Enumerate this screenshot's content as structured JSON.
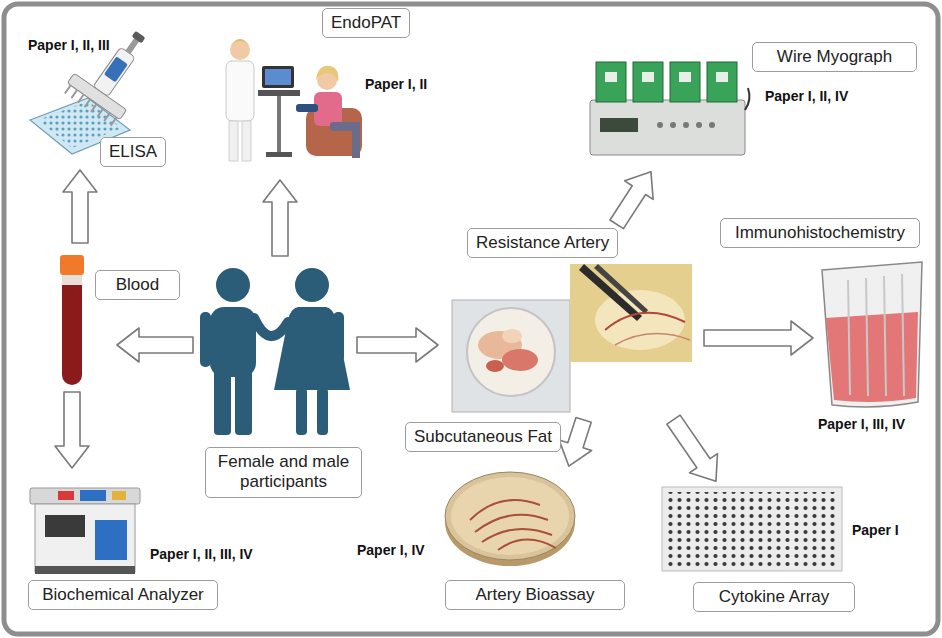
{
  "diagram": {
    "nodes": [
      {
        "text": [
          "ELISA"
        ]
      },
      {
        "text": [
          "EndoPAT"
        ]
      },
      {
        "text": [
          "Wire Myograph"
        ]
      },
      {
        "text": [
          "Resistance Artery"
        ]
      },
      {
        "text": [
          "Immunohistochemistry"
        ]
      },
      {
        "text": [
          "Blood"
        ]
      },
      {
        "text": [
          "Female and male participants"
        ]
      },
      {
        "text": [
          "Subcutaneous Fat"
        ]
      },
      {
        "text": [
          "Biochemical Analyzer"
        ]
      },
      {
        "text": [
          "Artery Bioassay"
        ]
      },
      {
        "text": [
          "Cytokine Array"
        ]
      }
    ],
    "edges": [
      {
        "from": 5,
        "to": 0,
        "arrow": "to"
      },
      {
        "from": 6,
        "to": 1,
        "arrow": "to"
      },
      {
        "from": 3,
        "to": 2,
        "arrow": "to"
      },
      {
        "from": 6,
        "to": 5,
        "arrow": "to"
      },
      {
        "from": 6,
        "to": 7,
        "arrow": "to"
      },
      {
        "from": 7,
        "to": 4,
        "arrow": "to"
      },
      {
        "from": 5,
        "to": 8,
        "arrow": "to"
      },
      {
        "from": 7,
        "to": 9,
        "arrow": "to"
      },
      {
        "from": 7,
        "to": 10,
        "arrow": "to"
      }
    ],
    "labels": [
      "Paper I, II, III",
      "Paper I, II",
      "Paper I, II, IV",
      "Paper I, III, IV",
      "Paper I, II, III, IV",
      "Paper I, IV",
      "Paper I"
    ]
  }
}
